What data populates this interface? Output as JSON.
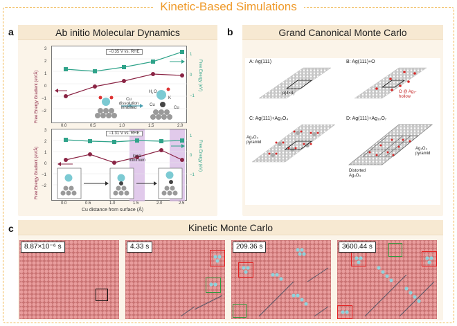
{
  "page": {
    "title": "Kinetic-Based Simulations"
  },
  "panel_a": {
    "letter": "a",
    "title": "Ab initio Molecular Dynamics",
    "plot_top": {
      "condition": "−0.35 V vs. RHE",
      "y_left_label": "Free Energy Gradient (eV/Å)",
      "y_right_label": "Free Energy (eV)",
      "y_left_ticks": [
        "3",
        "2",
        "1",
        "0",
        "−1",
        "−2"
      ],
      "y_right_ticks": [
        "1",
        "0",
        "−1"
      ],
      "x_ticks": [
        "0.0",
        "0.5",
        "1.0",
        "1.5",
        "2.0"
      ],
      "annotation": "Cu dissolution inhibited",
      "species": [
        "H",
        "2",
        "O",
        "K",
        "Cu",
        "Cu"
      ]
    },
    "plot_bottom": {
      "condition": "−1.31 V vs. RHE",
      "y_left_label": "Free Energy Gradient (eV/Å)",
      "y_right_label": "Free Energy (eV)",
      "y_left_ticks": [
        "3",
        "2",
        "1",
        "0",
        "−1",
        "−2"
      ],
      "y_right_ticks": [
        "1",
        "0",
        "−1"
      ],
      "x_ticks": [
        "0.0",
        "0.5",
        "1.0",
        "1.5",
        "2.0",
        "2.5"
      ],
      "x_label": "Cu distance from surface (Å)",
      "annotation": "local minimum"
    },
    "colors": {
      "gradient_series": "#8a2444",
      "energy_series": "#2fa38a",
      "highlight": "#d9bde6"
    }
  },
  "panel_b": {
    "letter": "b",
    "title": "Grand Canonical Monte Carlo",
    "surfaces": [
      {
        "label": "A: Ag(111)",
        "note": "p(4×4)"
      },
      {
        "label": "B: Ag(111)+O",
        "note": "O @ Ag₃-hollow"
      },
      {
        "label": "C: Ag(111)+Ag₃O₄",
        "note": "Ag₃O₄ pyramid"
      },
      {
        "label": "D: Ag(111)+Ag₁₀O₇",
        "note": "Ag₃O₄ pyramid",
        "note2": "Distorted Ag₃O₄"
      }
    ]
  },
  "panel_c": {
    "letter": "c",
    "title": "Kinetic Monte Carlo",
    "frames": [
      {
        "time": "8.87×10⁻⁶ s"
      },
      {
        "time": "4.33 s"
      },
      {
        "time": "209.36 s"
      },
      {
        "time": "3600.44 s"
      }
    ],
    "colors": {
      "substrate": "#e99d9d",
      "adsorbate": "#8fd3dc"
    }
  }
}
